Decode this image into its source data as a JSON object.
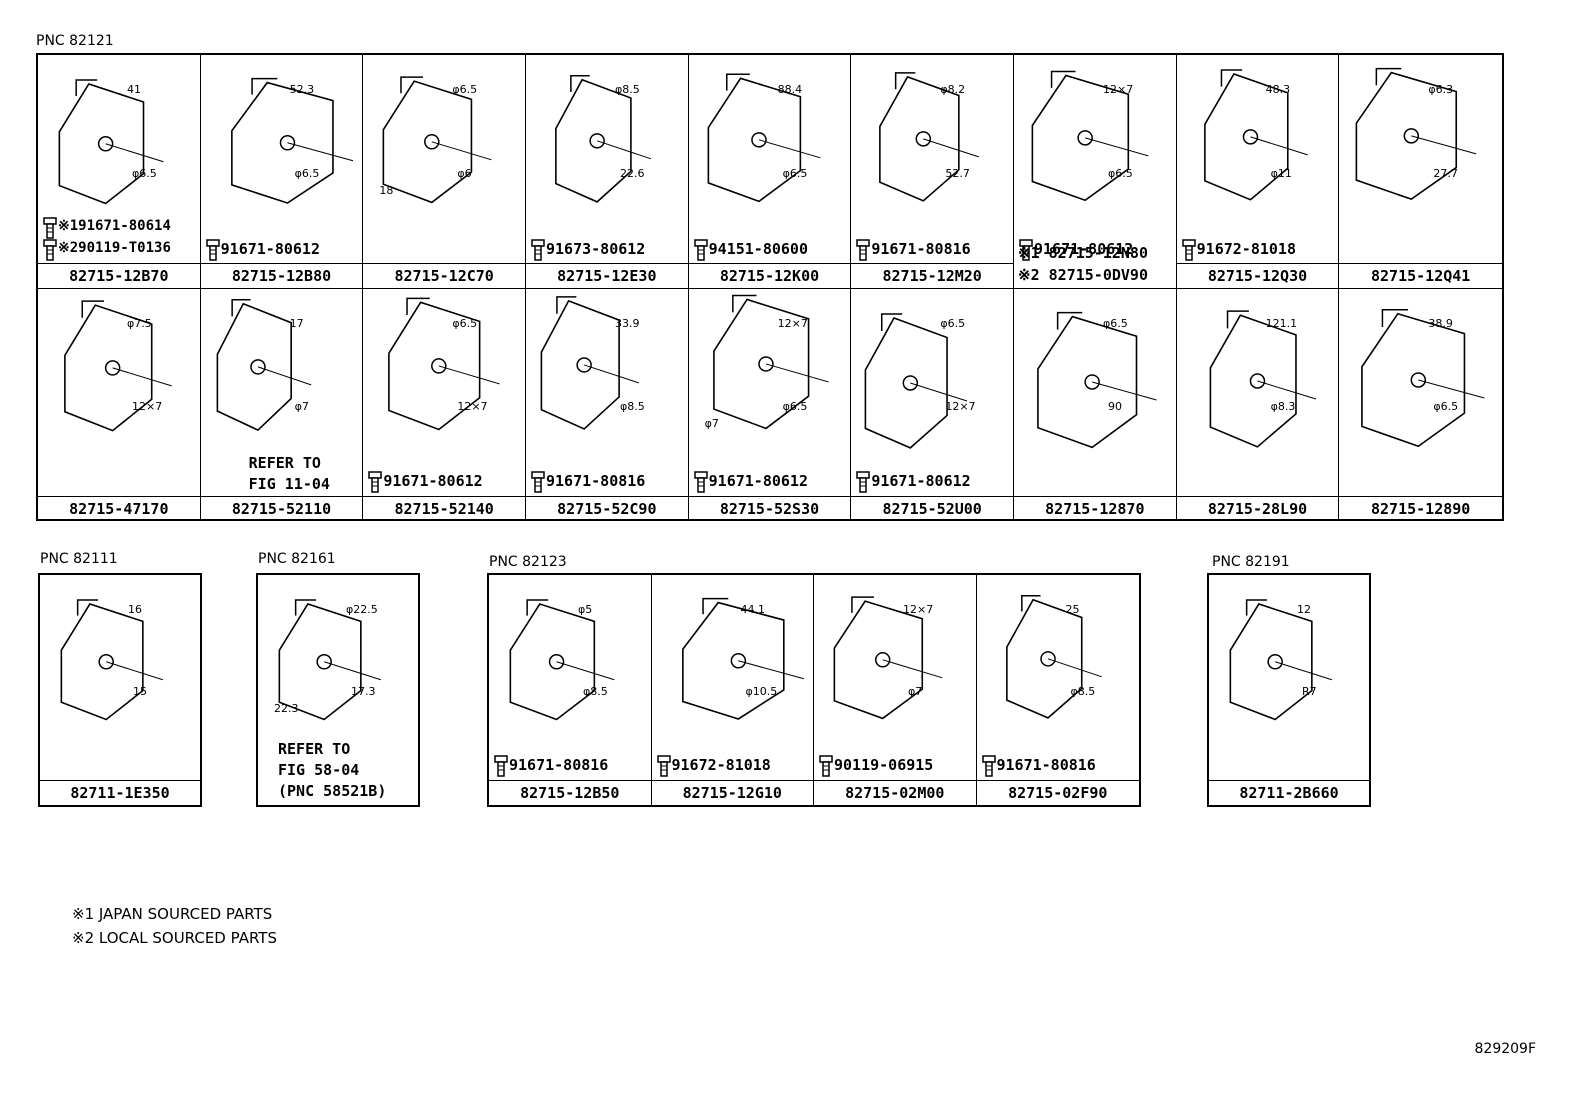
{
  "groups": {
    "g1": {
      "pnc": "PNC 82121",
      "cells": [
        {
          "part": "82715-12B70",
          "fasteners": [
            "※191671-80614",
            "※290119-T0136"
          ],
          "dims": [
            "41",
            "φ6.5"
          ]
        },
        {
          "part": "82715-12B80",
          "fasteners": [
            "91671-80612"
          ],
          "dims": [
            "52.3",
            "φ6.5"
          ]
        },
        {
          "part": "82715-12C70",
          "fasteners": [],
          "dims": [
            "φ6.5",
            "φ6",
            "18"
          ]
        },
        {
          "part": "82715-12E30",
          "fasteners": [
            "91673-80612"
          ],
          "dims": [
            "φ8.5",
            "22.6"
          ]
        },
        {
          "part": "82715-12K00",
          "fasteners": [
            "94151-80600"
          ],
          "dims": [
            "88.4",
            "φ6.5"
          ]
        },
        {
          "part": "82715-12M20",
          "fasteners": [
            "91671-80816"
          ],
          "dims": [
            "φ8.2",
            "52.7"
          ]
        },
        {
          "part": "",
          "fasteners": [
            "91671-80612"
          ],
          "dims": [
            "12×7",
            "φ6.5"
          ],
          "variants": [
            "※1 82715-12N80",
            "※2 82715-0DV90"
          ]
        },
        {
          "part": "82715-12Q30",
          "fasteners": [
            "91672-81018"
          ],
          "dims": [
            "48.3",
            "φ11"
          ]
        },
        {
          "part": "82715-12Q41",
          "fasteners": [],
          "dims": [
            "φ6.3",
            "27.7"
          ]
        },
        {
          "part": "82715-47170",
          "fasteners": [],
          "dims": [
            "φ7.5",
            "12×7"
          ]
        },
        {
          "part": "82715-52110",
          "fasteners": [],
          "dims": [
            "17",
            "φ7"
          ],
          "refer": [
            "REFER TO",
            "FIG 11-04"
          ]
        },
        {
          "part": "82715-52140",
          "fasteners": [
            "91671-80612"
          ],
          "dims": [
            "φ6.5",
            "12×7"
          ]
        },
        {
          "part": "82715-52C90",
          "fasteners": [
            "91671-80816"
          ],
          "dims": [
            "33.9",
            "φ8.5"
          ]
        },
        {
          "part": "82715-52S30",
          "fasteners": [
            "91671-80612"
          ],
          "dims": [
            "12×7",
            "φ6.5",
            "φ7"
          ]
        },
        {
          "part": "82715-52U00",
          "fasteners": [
            "91671-80612"
          ],
          "dims": [
            "φ6.5",
            "12×7"
          ]
        },
        {
          "part": "82715-12870",
          "fasteners": [],
          "dims": [
            "φ6.5",
            "90"
          ]
        },
        {
          "part": "82715-28L90",
          "fasteners": [],
          "dims": [
            "121.1",
            "φ8.3"
          ]
        },
        {
          "part": "82715-12890",
          "fasteners": [],
          "dims": [
            "38.9",
            "φ6.5"
          ]
        }
      ]
    },
    "g2": {
      "pnc": "PNC 82111",
      "cells": [
        {
          "part": "82711-1E350",
          "fasteners": [],
          "dims": [
            "16",
            "15"
          ]
        }
      ]
    },
    "g3": {
      "pnc": "PNC 82161",
      "cells": [
        {
          "part": "",
          "fasteners": [],
          "dims": [
            "φ22.5",
            "17.3",
            "22.3"
          ],
          "refer": [
            "REFER TO",
            "FIG 58-04",
            "(PNC 58521B)"
          ]
        }
      ]
    },
    "g4": {
      "pnc": "PNC 82123",
      "cells": [
        {
          "part": "82715-12B50",
          "fasteners": [
            "91671-80816"
          ],
          "dims": [
            "φ5",
            "φ8.5"
          ]
        },
        {
          "part": "82715-12G10",
          "fasteners": [
            "91672-81018"
          ],
          "dims": [
            "44.1",
            "φ10.5"
          ]
        },
        {
          "part": "82715-02M00",
          "fasteners": [
            "90119-06915"
          ],
          "dims": [
            "12×7",
            "φ7"
          ]
        },
        {
          "part": "82715-02F90",
          "fasteners": [
            "91671-80816"
          ],
          "dims": [
            "25",
            "φ8.5"
          ]
        }
      ]
    },
    "g5": {
      "pnc": "PNC 82191",
      "cells": [
        {
          "part": "82711-2B660",
          "fasteners": [],
          "dims": [
            "12",
            "R7"
          ]
        }
      ]
    }
  },
  "legend": [
    "※1 JAPAN SOURCED PARTS",
    "※2 LOCAL SOURCED PARTS"
  ],
  "figure_id": "829209F"
}
